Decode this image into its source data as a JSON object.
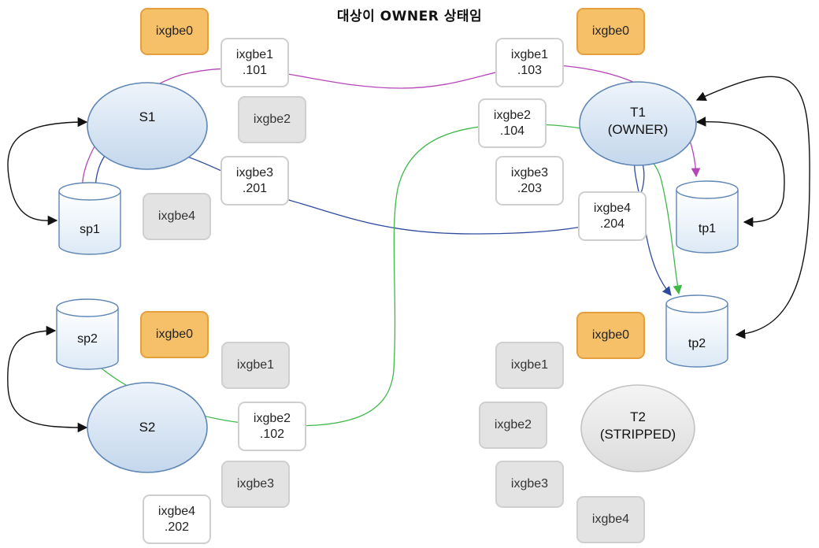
{
  "title": "대상이 OWNER 상태임",
  "colors": {
    "owner_adapter": "#f6c069",
    "inactive_adapter": "#e3e3e3",
    "addressed_adapter": "#ffffff",
    "node_fill": "#d6e5f4",
    "stripped_node_fill": "#e6e6e6",
    "magenta_link": "#b546b8",
    "blue_link": "#2e4a9e",
    "green_link": "#3fb84a",
    "connector": "#111111"
  },
  "nodes": {
    "s1": {
      "name": "S1"
    },
    "s2": {
      "name": "S2"
    },
    "t1": {
      "name": "T1",
      "state": "(OWNER)"
    },
    "t2": {
      "name": "T2",
      "state": "(STRIPPED)"
    }
  },
  "pools": {
    "sp1": "sp1",
    "sp2": "sp2",
    "tp1": "tp1",
    "tp2": "tp2"
  },
  "adapters": {
    "s1_ixgbe0": {
      "name": "ixgbe0"
    },
    "s1_ixgbe1": {
      "name": "ixgbe1",
      "addr": ".101"
    },
    "s1_ixgbe2": {
      "name": "ixgbe2"
    },
    "s1_ixgbe3": {
      "name": "ixgbe3",
      "addr": ".201"
    },
    "s1_ixgbe4": {
      "name": "ixgbe4"
    },
    "t1_ixgbe0": {
      "name": "ixgbe0"
    },
    "t1_ixgbe1": {
      "name": "ixgbe1",
      "addr": ".103"
    },
    "t1_ixgbe2": {
      "name": "ixgbe2",
      "addr": ".104"
    },
    "t1_ixgbe3": {
      "name": "ixgbe3",
      "addr": ".203"
    },
    "t1_ixgbe4": {
      "name": "ixgbe4",
      "addr": ".204"
    },
    "s2_ixgbe0": {
      "name": "ixgbe0"
    },
    "s2_ixgbe1": {
      "name": "ixgbe1"
    },
    "s2_ixgbe2": {
      "name": "ixgbe2",
      "addr": ".102"
    },
    "s2_ixgbe3": {
      "name": "ixgbe3"
    },
    "s2_ixgbe4": {
      "name": "ixgbe4",
      "addr": ".202"
    },
    "t2_ixgbe0": {
      "name": "ixgbe0"
    },
    "t2_ixgbe1": {
      "name": "ixgbe1"
    },
    "t2_ixgbe2": {
      "name": "ixgbe2"
    },
    "t2_ixgbe3": {
      "name": "ixgbe3"
    },
    "t2_ixgbe4": {
      "name": "ixgbe4"
    }
  }
}
